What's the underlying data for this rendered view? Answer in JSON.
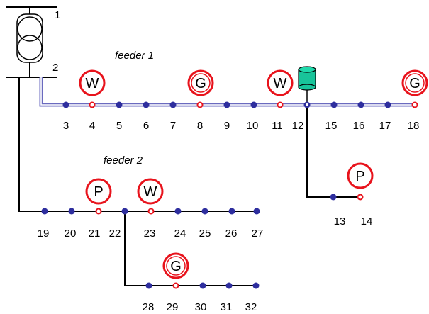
{
  "feeder_labels": {
    "feeder1": "feeder 1",
    "feeder2": "feeder 2"
  },
  "transformer_labels": {
    "top": "1",
    "bus": "2"
  },
  "bus_labels": {
    "n3": "3",
    "n4": "4",
    "n5": "5",
    "n6": "6",
    "n7": "7",
    "n8": "8",
    "n9": "9",
    "n10": "10",
    "n11": "11",
    "n12": "12",
    "n13": "13",
    "n14": "14",
    "n15": "15",
    "n16": "16",
    "n17": "17",
    "n18": "18",
    "n19": "19",
    "n20": "20",
    "n21": "21",
    "n22": "22",
    "n23": "23",
    "n24": "24",
    "n25": "25",
    "n26": "26",
    "n27": "27",
    "n28": "28",
    "n29": "29",
    "n30": "30",
    "n31": "31",
    "n32": "32"
  },
  "generator_letters": {
    "w4": "W",
    "g8": "G",
    "w11": "W",
    "g18": "G",
    "p14": "P",
    "p21": "P",
    "w23": "W",
    "g29": "G"
  },
  "colors": {
    "node_blue": "#2e2e9e",
    "gen_red": "#e8131c",
    "feeder1_line": "#6a6abf",
    "storage": "#18c49a"
  }
}
